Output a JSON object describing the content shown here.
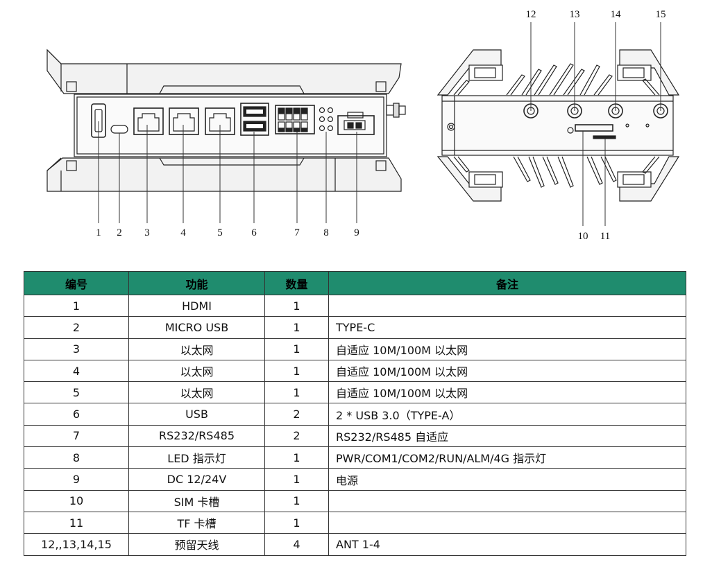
{
  "diagram": {
    "front_callouts": [
      "1",
      "2",
      "3",
      "4",
      "5",
      "6",
      "7",
      "8",
      "9"
    ],
    "rear_callouts_top": [
      "12",
      "13",
      "14",
      "15"
    ],
    "rear_callouts_bottom": [
      "10",
      "11"
    ]
  },
  "table": {
    "headers": [
      "编号",
      "功能",
      "数量",
      "备注"
    ],
    "rows": [
      {
        "no": "1",
        "func": "HDMI",
        "qty": "1",
        "note": ""
      },
      {
        "no": "2",
        "func": "MICRO USB",
        "qty": "1",
        "note": "TYPE-C"
      },
      {
        "no": "3",
        "func": "以太网",
        "qty": "1",
        "note": "自适应  10M/100M  以太网"
      },
      {
        "no": "4",
        "func": "以太网",
        "qty": "1",
        "note": "自适应  10M/100M  以太网"
      },
      {
        "no": "5",
        "func": "以太网",
        "qty": "1",
        "note": "自适应  10M/100M  以太网"
      },
      {
        "no": "6",
        "func": "USB",
        "qty": "2",
        "note": "2 * USB 3.0（TYPE-A）"
      },
      {
        "no": "7",
        "func": "RS232/RS485",
        "qty": "2",
        "note": "RS232/RS485  自适应"
      },
      {
        "no": "8",
        "func": "LED 指示灯",
        "qty": "1",
        "note": "PWR/COM1/COM2/RUN/ALM/4G  指示灯"
      },
      {
        "no": "9",
        "func": "DC 12/24V",
        "qty": "1",
        "note": "电源"
      },
      {
        "no": "10",
        "func": "SIM 卡槽",
        "qty": "1",
        "note": ""
      },
      {
        "no": "11",
        "func": "TF 卡槽",
        "qty": "1",
        "note": ""
      },
      {
        "no": "12,,13,14,15",
        "func": "预留天线",
        "qty": "4",
        "note": "ANT 1-4"
      }
    ]
  }
}
